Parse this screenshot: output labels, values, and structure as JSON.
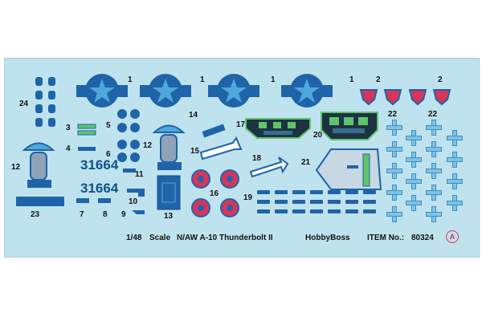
{
  "sheet": {
    "scale": "1/48",
    "scale_label": "Scale",
    "title": "N/AW A-10 Thunderbolt II",
    "brand": "HobbyBoss",
    "item_label": "ITEM No.:",
    "item_number": "80324",
    "badge_letter": "A"
  },
  "serials": [
    "31664",
    "31664"
  ],
  "numbers": {
    "n1a": "1",
    "n1b": "1",
    "n1c": "1",
    "n1d": "1",
    "n2a": "2",
    "n2b": "2",
    "n3": "3",
    "n4": "4",
    "n5": "5",
    "n6": "6",
    "n7": "7",
    "n8": "8",
    "n9": "9",
    "n10": "10",
    "n11": "11",
    "n12a": "12",
    "n12b": "12",
    "n13": "13",
    "n14": "14",
    "n15": "15",
    "n16": "16",
    "n17": "17",
    "n18": "18",
    "n19": "19",
    "n20": "20",
    "n21": "21",
    "n22a": "22",
    "n22b": "22",
    "n23": "23",
    "n24": "24"
  },
  "colors": {
    "decal_background": "#bfe3ee",
    "roundel_blue": "#1f64a8",
    "roundel_star": "#4fa8dc",
    "marking_red": "#d8345a",
    "cockpit_green": "#5fc46a"
  }
}
